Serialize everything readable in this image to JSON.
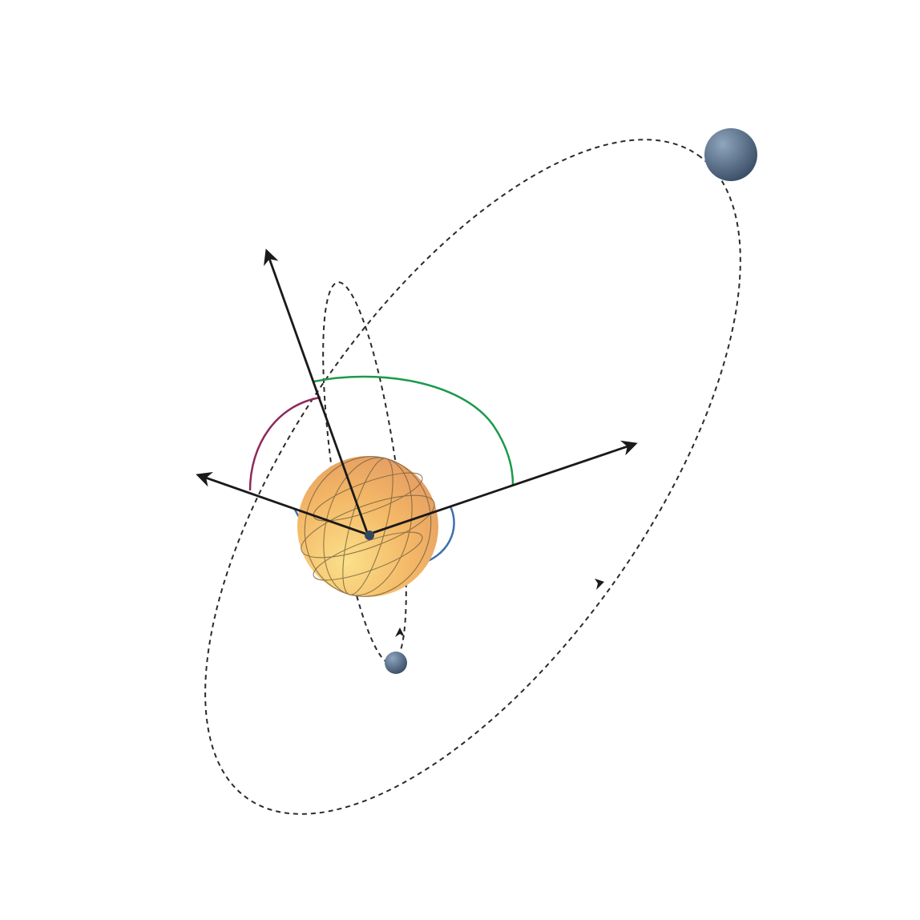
{
  "figure": {
    "kind": "orbital-geometry-diagram",
    "labels": []
  },
  "colors": {
    "background": "#ffffff",
    "orbit_line": "#2b2b2b",
    "axis_arrow": "#1a1a1a",
    "arc_green": "#1b9a4c",
    "arc_purple": "#8e2a5a",
    "arc_blue": "#3e6fae",
    "star_light": "#fbe08a",
    "star_mid": "#f3b766",
    "star_dark": "#e39a63",
    "star_grid": "#6d5a3a",
    "planet_light": "#8fa6bf",
    "planet_dark": "#34475f"
  },
  "bodies": {
    "central_star": "star",
    "outer_planet": "planet",
    "inner_planet": "planet"
  },
  "icons": {
    "orbit_direction": "arrowhead-icon",
    "axis_end": "arrowhead-icon"
  }
}
